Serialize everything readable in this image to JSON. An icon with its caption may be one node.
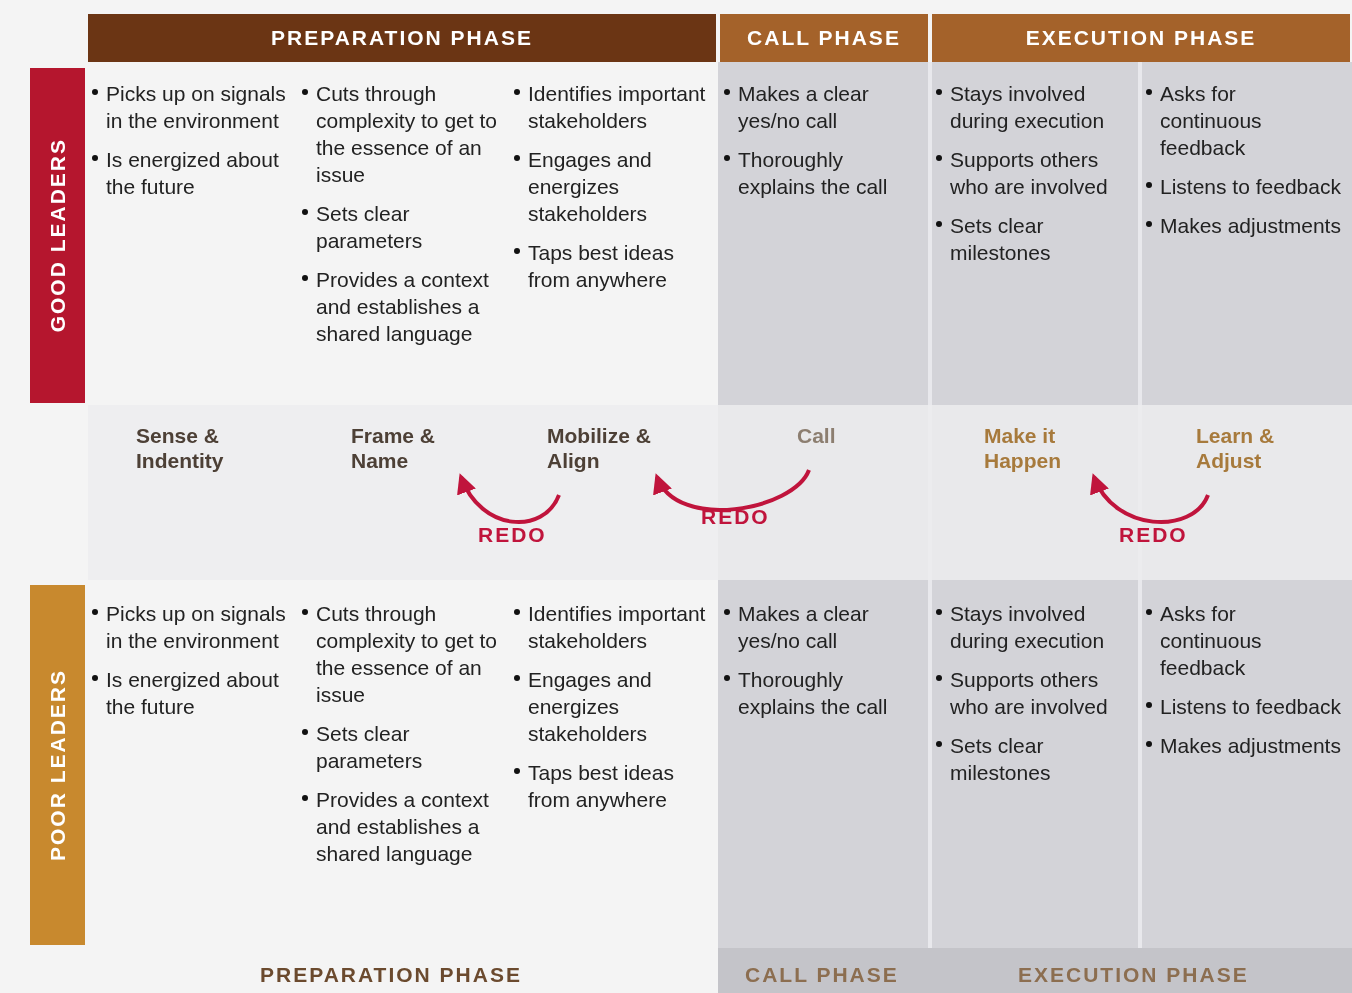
{
  "diagram": {
    "nodes": [
      {
        "text": [
          "PREPARATION PHASE"
        ]
      },
      {
        "text": [
          "CALL PHASE"
        ]
      },
      {
        "text": [
          "EXECUTION PHASE"
        ]
      },
      {
        "text": [
          "GOOD LEADERS"
        ]
      },
      {
        "text": [
          "Picks up on signals in the environment",
          "Is energized about the future"
        ]
      },
      {
        "text": [
          "Cuts through complexity to get to the essence of an issue",
          "Sets clear parameters",
          "Provides a context and establishes a shared language"
        ]
      },
      {
        "text": [
          "Identifies important stakeholders",
          "Engages and energizes stakeholders",
          "Taps best ideas from anywhere"
        ]
      },
      {
        "text": [
          "Makes a clear yes/no call",
          "Thoroughly explains the call"
        ]
      },
      {
        "text": [
          "Stays involved during execution",
          "Supports others who are involved",
          "Sets clear milestones"
        ]
      },
      {
        "text": [
          "Asks for continuous feedback",
          "Listens to feedback",
          "Makes adjustments"
        ]
      },
      {
        "text": [
          "Sense & Indentity"
        ]
      },
      {
        "text": [
          "Frame & Name"
        ]
      },
      {
        "text": [
          "Mobilize & Align"
        ]
      },
      {
        "text": [
          "Call"
        ]
      },
      {
        "text": [
          "Make it Happen"
        ]
      },
      {
        "text": [
          "Learn & Adjust"
        ]
      },
      {
        "text": [
          "POOR LEADERS"
        ]
      },
      {
        "text": [
          "Picks up on signals in the environment",
          "Is energized about the future"
        ]
      },
      {
        "text": [
          "Cuts through complexity to get to the essence of an issue",
          "Sets clear parameters",
          "Provides a context and establishes a shared language"
        ]
      },
      {
        "text": [
          "Identifies important stakeholders",
          "Engages and energizes stakeholders",
          "Taps best ideas from anywhere"
        ]
      },
      {
        "text": [
          "Makes a clear yes/no call",
          "Thoroughly explains the call"
        ]
      },
      {
        "text": [
          "Stays involved during execution",
          "Supports others who are involved",
          "Sets clear milestones"
        ]
      },
      {
        "text": [
          "Asks for continuous feedback",
          "Listens to feedback",
          "Makes adjustments"
        ]
      }
    ],
    "edges": [
      {
        "from": 12,
        "to": 11,
        "arrow": "to",
        "label": "REDO"
      },
      {
        "from": 13,
        "to": 12,
        "arrow": "to",
        "label": "REDO"
      },
      {
        "from": 15,
        "to": 14,
        "arrow": "to",
        "label": "REDO"
      }
    ],
    "labels": [
      "PREPARATION PHASE",
      "CALL PHASE",
      "EXECUTION PHASE"
    ]
  }
}
